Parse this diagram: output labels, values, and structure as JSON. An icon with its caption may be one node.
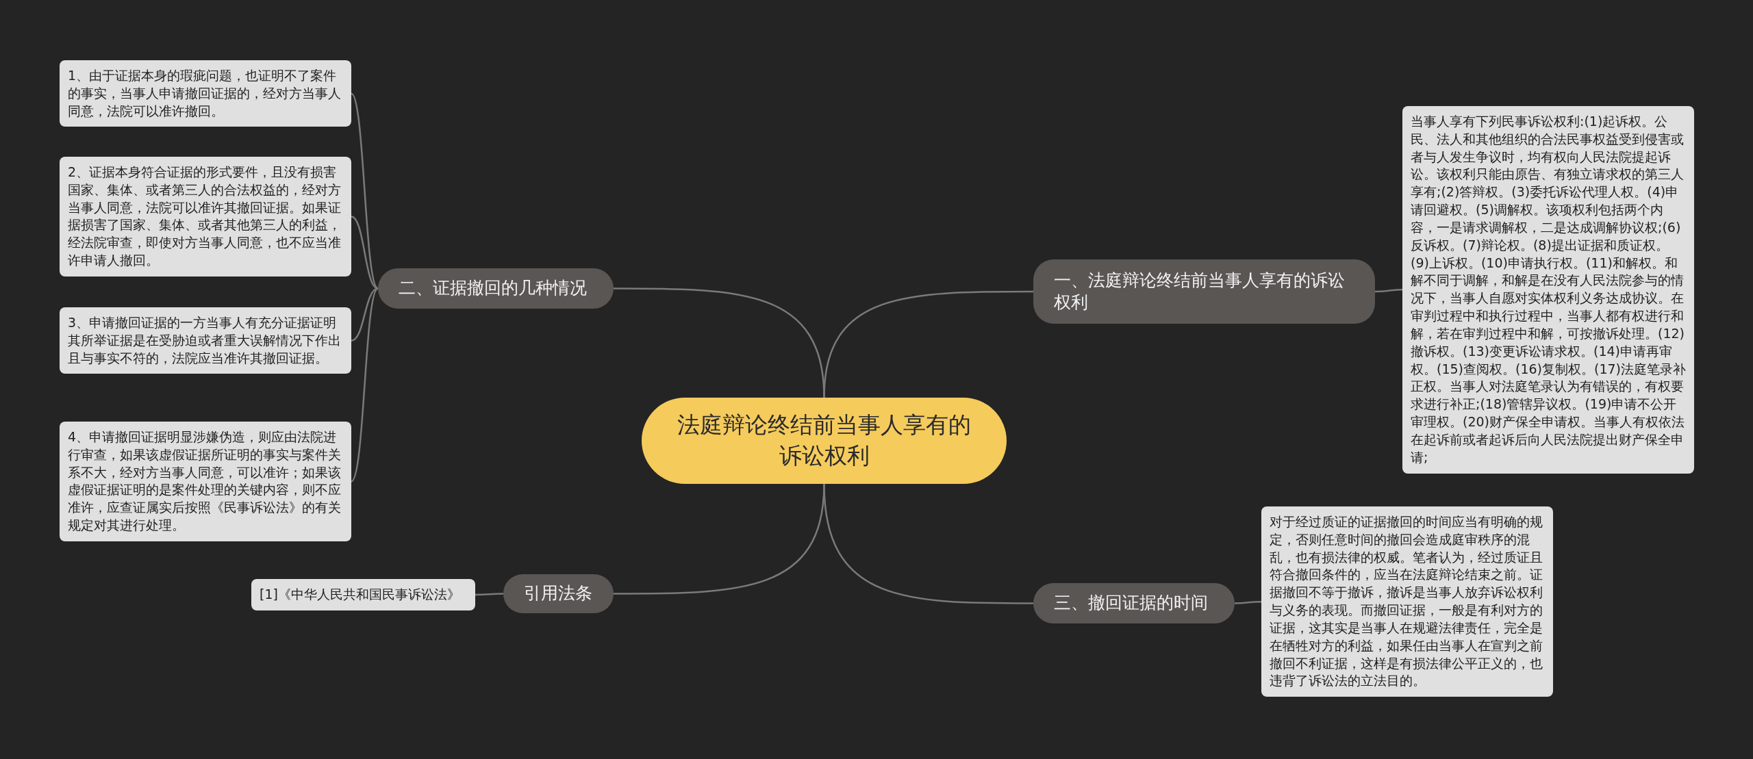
{
  "diagram": {
    "nodes": [
      {
        "text": [
          "法庭辩论终结前当事人享有的诉讼权利"
        ]
      },
      {
        "text": [
          "一、法庭辩论终结前当事人享有的诉讼权利"
        ]
      },
      {
        "text": [
          "当事人享有下列民事诉讼权利:(1)起诉权。公民、法人和其他组织的合法民事权益受到侵害或者与人发生争议时，均有权向人民法院提起诉讼。该权利只能由原告、有独立请求权的第三人享有;(2)答辩权。(3)委托诉讼代理人权。(4)申请回避权。(5)调解权。该项权利包括两个内容，一是请求调解权，二是达成调解协议权;(6)反诉权。(7)辩论权。(8)提出证据和质证权。(9)上诉权。(10)申请执行权。(11)和解权。和解不同于调解，和解是在没有人民法院参与的情况下，当事人自愿对实体权利义务达成协议。在审判过程中和执行过程中，当事人都有权进行和解，若在审判过程中和解，可按撤诉处理。(12)撤诉权。(13)变更诉讼请求权。(14)申请再审权。(15)查阅权。(16)复制权。(17)法庭笔录补正权。当事人对法庭笔录认为有错误的，有权要求进行补正;(18)管辖异议权。(19)申请不公开审理权。(20)财产保全申请权。当事人有权依法在起诉前或者起诉后向人民法院提出财产保全申请;"
        ]
      },
      {
        "text": [
          "二、证据撤回的几种情况"
        ]
      },
      {
        "text": [
          "1、由于证据本身的瑕疵问题，也证明不了案件的事实，当事人申请撤回证据的，经对方当事人同意，法院可以准许撤回。"
        ]
      },
      {
        "text": [
          "2、证据本身符合证据的形式要件，且没有损害国家、集体、或者第三人的合法权益的，经对方当事人同意，法院可以准许其撤回证据。如果证据损害了国家、集体、或者其他第三人的利益，经法院审查，即使对方当事人同意，也不应当准许申请人撤回。"
        ]
      },
      {
        "text": [
          "3、申请撤回证据的一方当事人有充分证据证明其所举证据是在受胁迫或者重大误解情况下作出且与事实不符的，法院应当准许其撤回证据。"
        ]
      },
      {
        "text": [
          "4、申请撤回证据明显涉嫌伪造，则应由法院进行审查，如果该虚假证据所证明的事实与案件关系不大，经对方当事人同意，可以准许；如果该虚假证据证明的是案件处理的关键内容，则不应准许，应查证属实后按照《民事诉讼法》的有关规定对其进行处理。"
        ]
      },
      {
        "text": [
          "三、撤回证据的时间"
        ]
      },
      {
        "text": [
          "对于经过质证的证据撤回的时间应当有明确的规定，否则任意时间的撤回会造成庭审秩序的混乱，也有损法律的权威。笔者认为，经过质证且符合撤回条件的，应当在法庭辩论结束之前。证据撤回不等于撤诉，撤诉是当事人放弃诉讼权利与义务的表现。而撤回证据，一般是有利对方的证据，这其实是当事人在规避法律责任，完全是在牺牲对方的利益，如果任由当事人在宣判之前撤回不利证据，这样是有损法律公平正义的，也违背了诉讼法的立法目的。"
        ]
      },
      {
        "text": [
          "引用法条"
        ]
      },
      {
        "text": [
          "[1]《中华人民共和国民事诉讼法》"
        ]
      }
    ],
    "edges": [
      {
        "from": 0,
        "to": 1,
        "arrow": "none"
      },
      {
        "from": 1,
        "to": 2,
        "arrow": "none"
      },
      {
        "from": 0,
        "to": 3,
        "arrow": "none"
      },
      {
        "from": 3,
        "to": 4,
        "arrow": "none"
      },
      {
        "from": 3,
        "to": 5,
        "arrow": "none"
      },
      {
        "from": 3,
        "to": 6,
        "arrow": "none"
      },
      {
        "from": 3,
        "to": 7,
        "arrow": "none"
      },
      {
        "from": 0,
        "to": 8,
        "arrow": "none"
      },
      {
        "from": 8,
        "to": 9,
        "arrow": "none"
      },
      {
        "from": 0,
        "to": 10,
        "arrow": "none"
      },
      {
        "from": 10,
        "to": 11,
        "arrow": "none"
      }
    ]
  }
}
